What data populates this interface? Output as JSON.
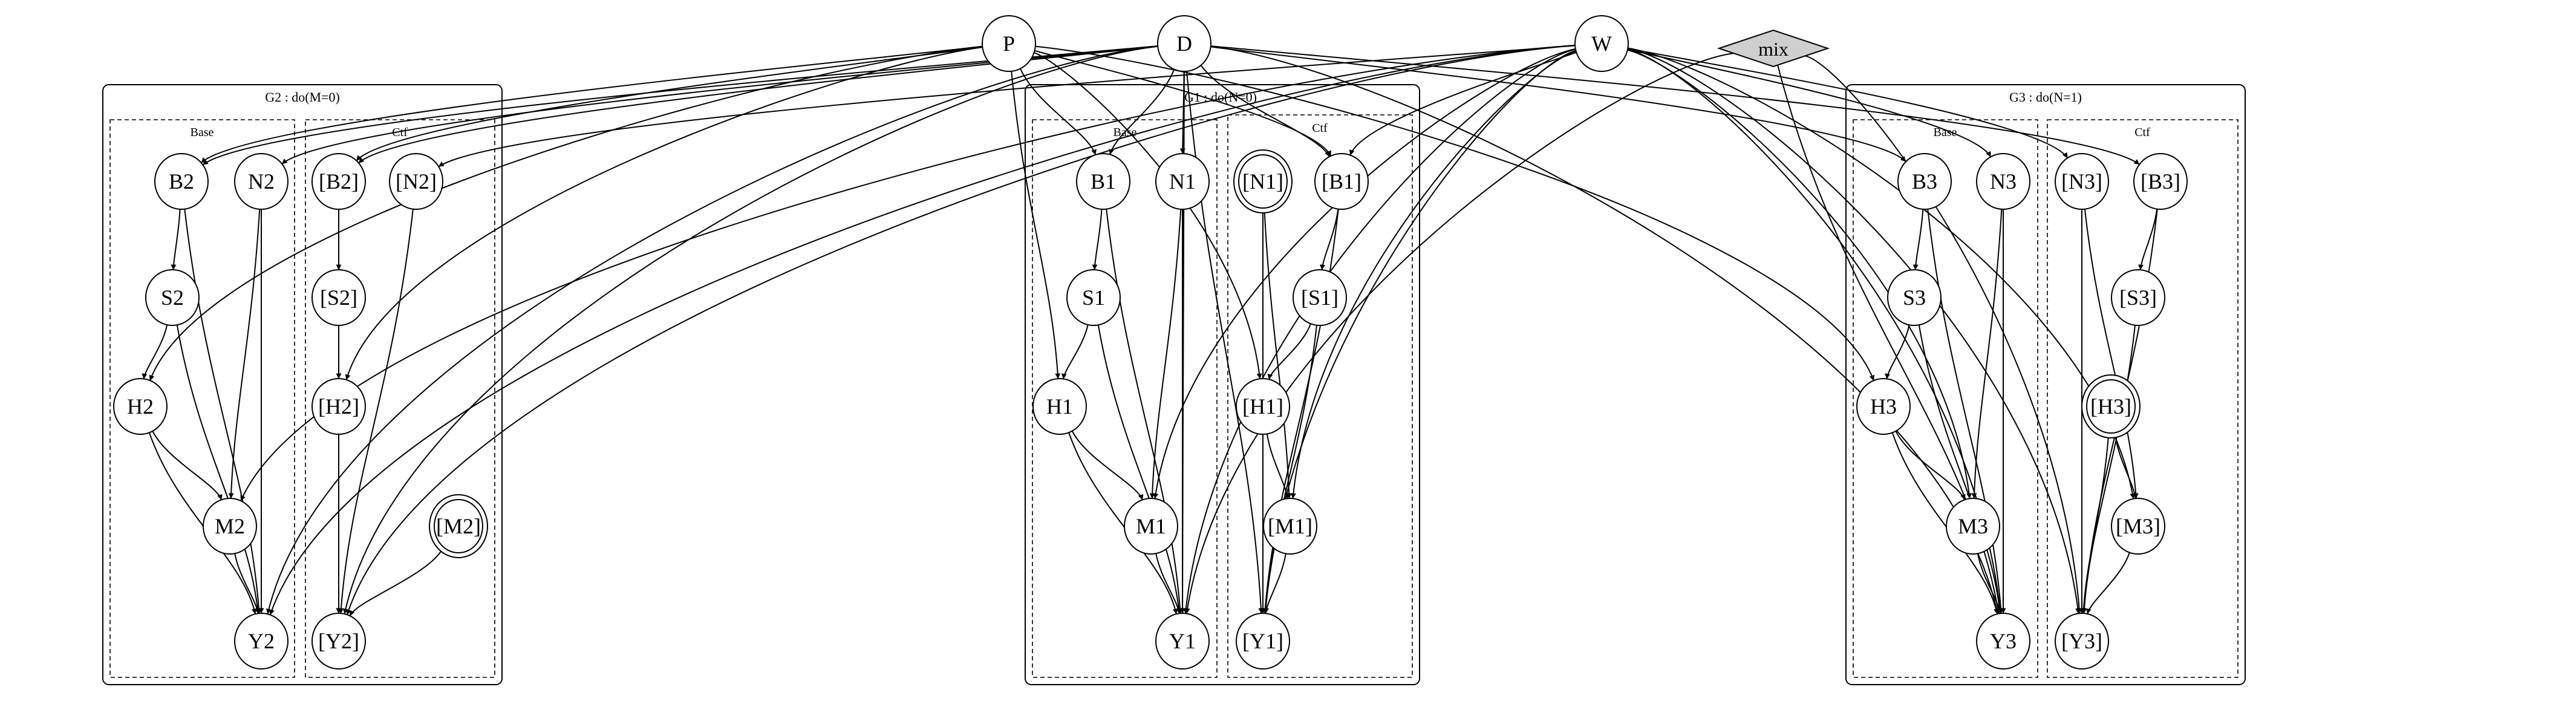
{
  "colors": {
    "mix_fill": "#cfcfcf",
    "stroke": "#000000",
    "background": "#ffffff"
  },
  "clusters": [
    {
      "id": "G2",
      "label": "G2 : do(M=0)",
      "base_label": "Base",
      "ctf_label": "Ctf"
    },
    {
      "id": "G1",
      "label": "G1 : do(N=0)",
      "base_label": "Base",
      "ctf_label": "Ctf"
    },
    {
      "id": "G3",
      "label": "G3 : do(N=1)",
      "base_label": "Base",
      "ctf_label": "Ctf"
    }
  ],
  "nodes": [
    {
      "id": "P",
      "label": "P",
      "shape": "ellipse"
    },
    {
      "id": "D",
      "label": "D",
      "shape": "ellipse"
    },
    {
      "id": "W",
      "label": "W",
      "shape": "ellipse"
    },
    {
      "id": "mix",
      "label": "mix",
      "shape": "diamond"
    },
    {
      "id": "B2",
      "label": "B2",
      "shape": "ellipse"
    },
    {
      "id": "N2",
      "label": "N2",
      "shape": "ellipse"
    },
    {
      "id": "S2",
      "label": "S2",
      "shape": "ellipse"
    },
    {
      "id": "H2",
      "label": "H2",
      "shape": "ellipse"
    },
    {
      "id": "M2",
      "label": "M2",
      "shape": "ellipse"
    },
    {
      "id": "Y2",
      "label": "Y2",
      "shape": "ellipse"
    },
    {
      "id": "cB2",
      "label": "[B2]",
      "shape": "ellipse"
    },
    {
      "id": "cN2",
      "label": "[N2]",
      "shape": "ellipse"
    },
    {
      "id": "cS2",
      "label": "[S2]",
      "shape": "ellipse"
    },
    {
      "id": "cH2",
      "label": "[H2]",
      "shape": "ellipse"
    },
    {
      "id": "cM2",
      "label": "[M2]",
      "shape": "doublecircle"
    },
    {
      "id": "cY2",
      "label": "[Y2]",
      "shape": "ellipse"
    },
    {
      "id": "B1",
      "label": "B1",
      "shape": "ellipse"
    },
    {
      "id": "N1",
      "label": "N1",
      "shape": "ellipse"
    },
    {
      "id": "S1",
      "label": "S1",
      "shape": "ellipse"
    },
    {
      "id": "H1",
      "label": "H1",
      "shape": "ellipse"
    },
    {
      "id": "M1",
      "label": "M1",
      "shape": "ellipse"
    },
    {
      "id": "Y1",
      "label": "Y1",
      "shape": "ellipse"
    },
    {
      "id": "cN1",
      "label": "[N1]",
      "shape": "doublecircle"
    },
    {
      "id": "cB1",
      "label": "[B1]",
      "shape": "ellipse"
    },
    {
      "id": "cS1",
      "label": "[S1]",
      "shape": "ellipse"
    },
    {
      "id": "cH1",
      "label": "[H1]",
      "shape": "ellipse"
    },
    {
      "id": "cM1",
      "label": "[M1]",
      "shape": "ellipse"
    },
    {
      "id": "cY1",
      "label": "[Y1]",
      "shape": "ellipse"
    },
    {
      "id": "B3",
      "label": "B3",
      "shape": "ellipse"
    },
    {
      "id": "N3",
      "label": "N3",
      "shape": "ellipse"
    },
    {
      "id": "S3",
      "label": "S3",
      "shape": "ellipse"
    },
    {
      "id": "H3",
      "label": "H3",
      "shape": "ellipse"
    },
    {
      "id": "M3",
      "label": "M3",
      "shape": "ellipse"
    },
    {
      "id": "Y3",
      "label": "Y3",
      "shape": "ellipse"
    },
    {
      "id": "cN3",
      "label": "[N3]",
      "shape": "ellipse"
    },
    {
      "id": "cB3",
      "label": "[B3]",
      "shape": "ellipse"
    },
    {
      "id": "cS3",
      "label": "[S3]",
      "shape": "ellipse"
    },
    {
      "id": "cH3",
      "label": "[H3]",
      "shape": "doublecircle"
    },
    {
      "id": "cM3",
      "label": "[M3]",
      "shape": "ellipse"
    },
    {
      "id": "cY3",
      "label": "[Y3]",
      "shape": "ellipse"
    }
  ],
  "edges": [
    [
      "B2",
      "S2"
    ],
    [
      "S2",
      "H2"
    ],
    [
      "H2",
      "M2"
    ],
    [
      "H2",
      "Y2"
    ],
    [
      "B2",
      "Y2"
    ],
    [
      "S2",
      "Y2"
    ],
    [
      "N2",
      "M2"
    ],
    [
      "N2",
      "Y2"
    ],
    [
      "M2",
      "Y2"
    ],
    [
      "cB2",
      "cS2"
    ],
    [
      "cS2",
      "cH2"
    ],
    [
      "cH2",
      "cY2"
    ],
    [
      "cB2",
      "cY2"
    ],
    [
      "cS2",
      "cY2"
    ],
    [
      "cN2",
      "cY2"
    ],
    [
      "cM2",
      "cY2"
    ],
    [
      "P",
      "B2"
    ],
    [
      "P",
      "H2"
    ],
    [
      "P",
      "cB2"
    ],
    [
      "P",
      "cH2"
    ],
    [
      "D",
      "B2"
    ],
    [
      "D",
      "cB2"
    ],
    [
      "D",
      "Y2"
    ],
    [
      "D",
      "cY2"
    ],
    [
      "D",
      "N2"
    ],
    [
      "W",
      "Y2"
    ],
    [
      "W",
      "cY2"
    ],
    [
      "W",
      "M2"
    ],
    [
      "W",
      "cN2"
    ],
    [
      "B1",
      "S1"
    ],
    [
      "S1",
      "H1"
    ],
    [
      "H1",
      "M1"
    ],
    [
      "H1",
      "Y1"
    ],
    [
      "B1",
      "Y1"
    ],
    [
      "S1",
      "Y1"
    ],
    [
      "N1",
      "M1"
    ],
    [
      "N1",
      "Y1"
    ],
    [
      "M1",
      "Y1"
    ],
    [
      "cB1",
      "cS1"
    ],
    [
      "cS1",
      "cH1"
    ],
    [
      "cH1",
      "cM1"
    ],
    [
      "cH1",
      "cY1"
    ],
    [
      "cB1",
      "cY1"
    ],
    [
      "cS1",
      "cY1"
    ],
    [
      "cN1",
      "cM1"
    ],
    [
      "cN1",
      "cY1"
    ],
    [
      "cM1",
      "cY1"
    ],
    [
      "P",
      "B1"
    ],
    [
      "P",
      "H1"
    ],
    [
      "P",
      "cH1"
    ],
    [
      "P",
      "cB1"
    ],
    [
      "D",
      "B1"
    ],
    [
      "D",
      "N1"
    ],
    [
      "D",
      "cB1"
    ],
    [
      "D",
      "Y1"
    ],
    [
      "D",
      "cY1"
    ],
    [
      "W",
      "cB1"
    ],
    [
      "W",
      "M1"
    ],
    [
      "W",
      "cM1"
    ],
    [
      "W",
      "Y1"
    ],
    [
      "W",
      "cY1"
    ],
    [
      "mix",
      "Y1"
    ],
    [
      "B3",
      "S3"
    ],
    [
      "S3",
      "H3"
    ],
    [
      "H3",
      "M3"
    ],
    [
      "H3",
      "Y3"
    ],
    [
      "B3",
      "Y3"
    ],
    [
      "S3",
      "Y3"
    ],
    [
      "N3",
      "M3"
    ],
    [
      "N3",
      "Y3"
    ],
    [
      "M3",
      "Y3"
    ],
    [
      "cB3",
      "cS3"
    ],
    [
      "cS3",
      "cY3"
    ],
    [
      "cN3",
      "cY3"
    ],
    [
      "cN3",
      "cM3"
    ],
    [
      "cH3",
      "cM3"
    ],
    [
      "cH3",
      "cY3"
    ],
    [
      "cB3",
      "cY3"
    ],
    [
      "cM3",
      "cY3"
    ],
    [
      "P",
      "H3"
    ],
    [
      "D",
      "Y3"
    ],
    [
      "D",
      "B3"
    ],
    [
      "D",
      "cB3"
    ],
    [
      "W",
      "N3"
    ],
    [
      "W",
      "cN3"
    ],
    [
      "W",
      "M3"
    ],
    [
      "W",
      "cM3"
    ],
    [
      "W",
      "Y3"
    ],
    [
      "W",
      "cY3"
    ],
    [
      "mix",
      "Y3"
    ],
    [
      "mix",
      "cY3"
    ]
  ]
}
